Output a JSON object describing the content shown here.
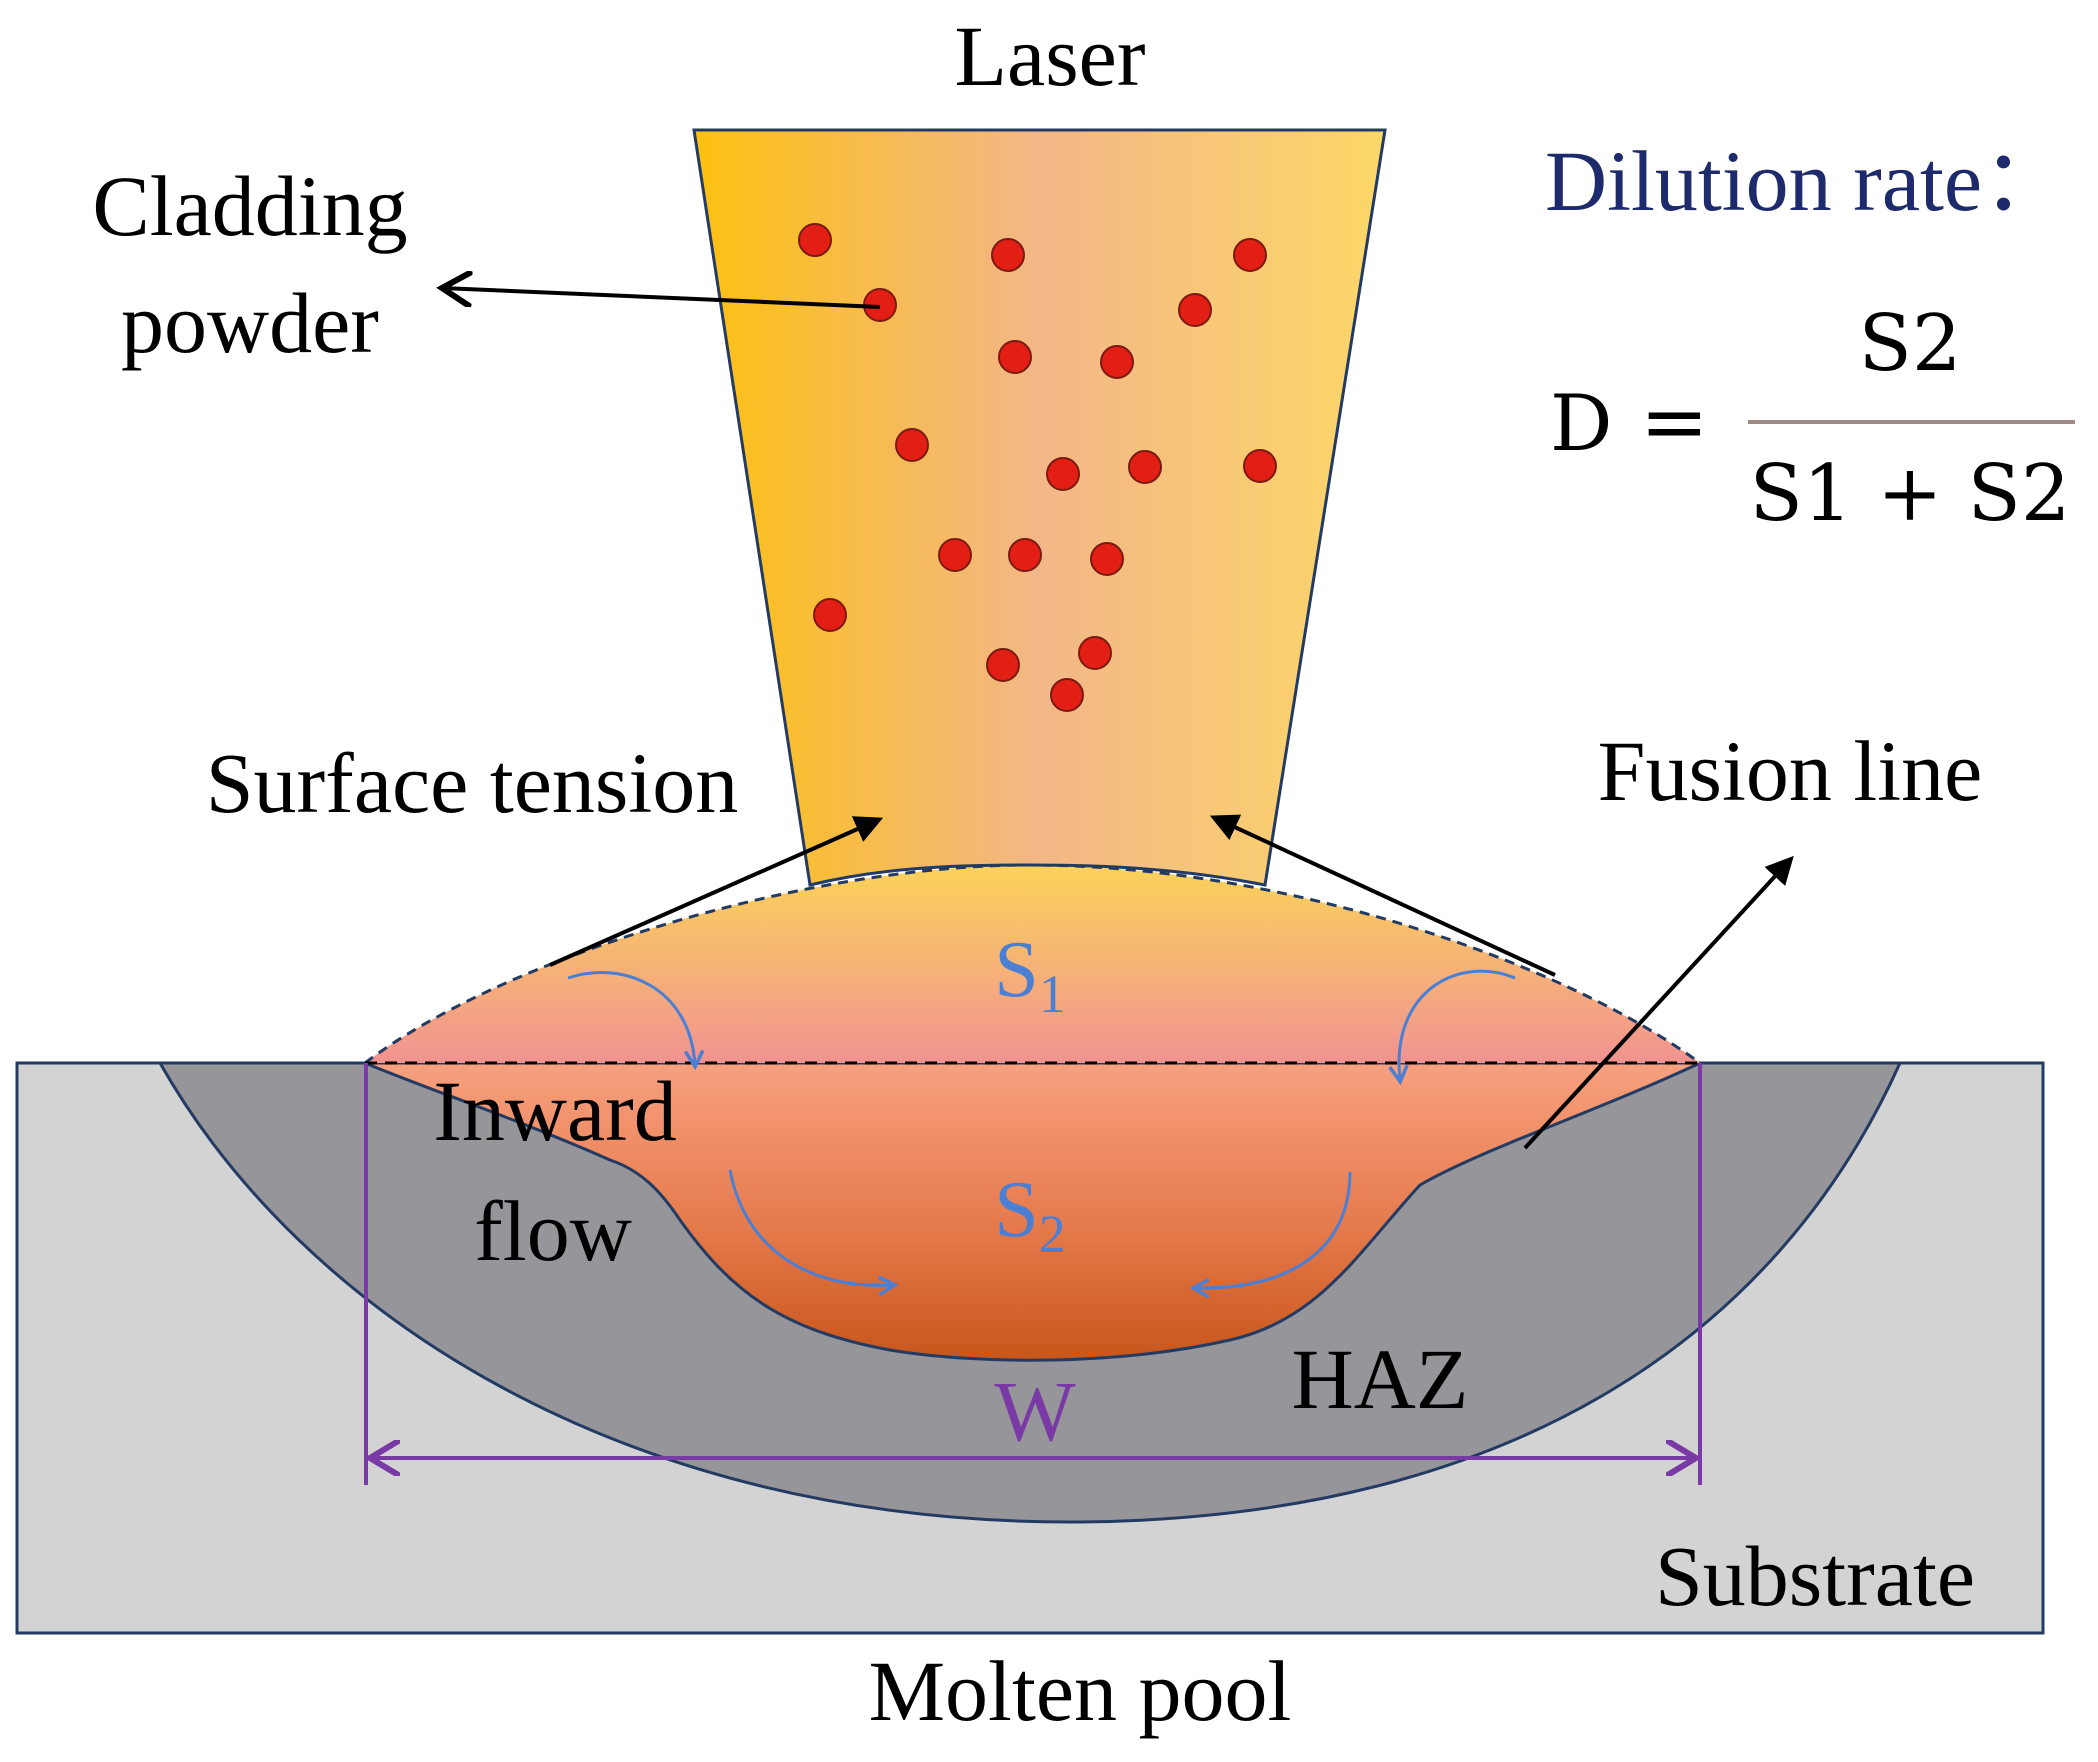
{
  "labels": {
    "laser": "Laser",
    "cladding_powder_line1": "Cladding",
    "cladding_powder_line2": "powder",
    "surface_tension": "Surface tension",
    "fusion_line": "Fusion line",
    "inward_flow_line1": "Inward",
    "inward_flow_line2": "flow",
    "haz": "HAZ",
    "substrate": "Substrate",
    "molten_pool": "Molten pool",
    "width": "W"
  },
  "areas": {
    "s1_base": "S",
    "s1_sub": "1",
    "s2_base": "S",
    "s2_sub": "2"
  },
  "formula": {
    "title": "Dilution rate：",
    "lhs": "D",
    "equals": "=",
    "numerator": "S2",
    "denominator": "S1 + S2"
  },
  "colors": {
    "beam_left": "#fcc110",
    "beam_mid": "#f2b788",
    "beam_right": "#fdd767",
    "powder_particle": "#e31e14",
    "substrate": "#d3d3d3",
    "haz": "#96959a",
    "pool_top": "#f8a07f",
    "pool_bottom": "#c8561a",
    "clad_top": "#fbd35a",
    "clad_bottom": "#f19391",
    "width_marker": "#7a3aa5",
    "flow_arrow": "#4a7fd4",
    "area_label": "#4a7fd4",
    "formula_title": "#1d2a6b",
    "outline": "#233b63"
  },
  "icons": {
    "flow_arrows": "curved-arrow-icon",
    "powder": "circle-icon"
  }
}
